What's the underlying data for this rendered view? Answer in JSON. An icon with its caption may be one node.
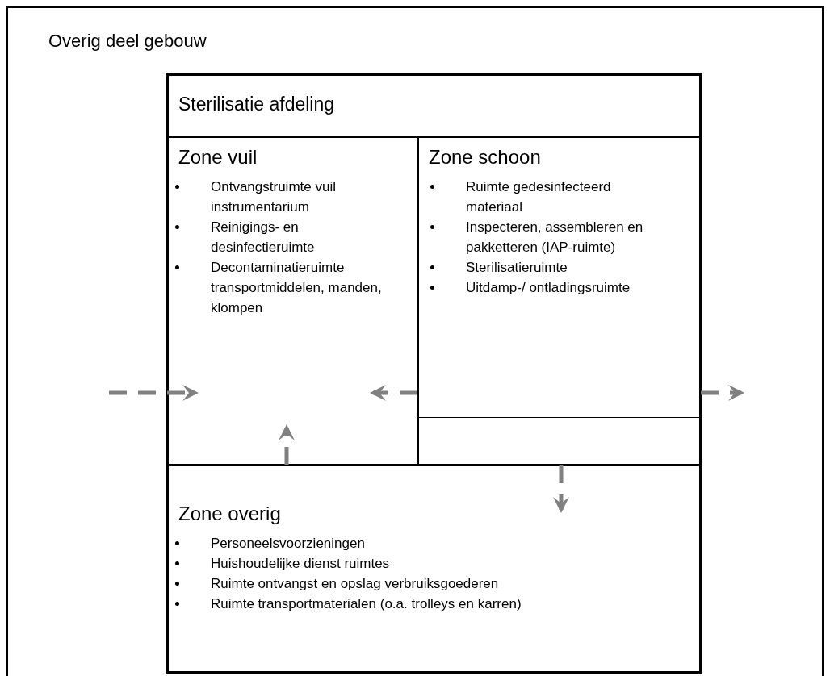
{
  "diagram": {
    "nodes": [
      {
        "text": [
          "Overig deel gebouw"
        ]
      },
      {
        "text": [
          "Sterilisatie afdeling"
        ],
        "in": 0
      },
      {
        "text": [
          "Zone vuil",
          "Ontvangstruimte vuil instrumentarium",
          "Reinigings- en desinfectieruimte",
          "Decontaminatieruimte transportmiddelen, manden, klompen"
        ],
        "in": 1
      },
      {
        "text": [
          "Zone schoon",
          "Ruimte gedesinfecteerd materiaal",
          "Inspecteren, assembleren en pakketteren (IAP-ruimte)",
          "Sterilisatieruimte",
          "Uitdamp-/ ontladingsruimte"
        ],
        "in": 1
      },
      {
        "text": [],
        "shape": "box",
        "in": 3
      },
      {
        "text": [
          "Zone overig",
          "Personeelsvoorzieningen",
          "Huishoudelijke dienst ruimtes",
          "Ruimte ontvangst en opslag verbruiksgoederen",
          "Ruimte transportmaterialen (o.a. trolleys en karren)"
        ],
        "in": 1
      }
    ],
    "edges": [
      {
        "from": null,
        "to": 2,
        "arrow": "to",
        "style": "dashed"
      },
      {
        "from": 3,
        "to": 2,
        "arrow": "to",
        "style": "dashed"
      },
      {
        "from": 3,
        "to": null,
        "arrow": "to",
        "style": "dashed"
      },
      {
        "from": 5,
        "to": 2,
        "arrow": "to",
        "style": "dashed"
      },
      {
        "from": 4,
        "to": 5,
        "arrow": "to",
        "style": "dashed"
      }
    ]
  }
}
